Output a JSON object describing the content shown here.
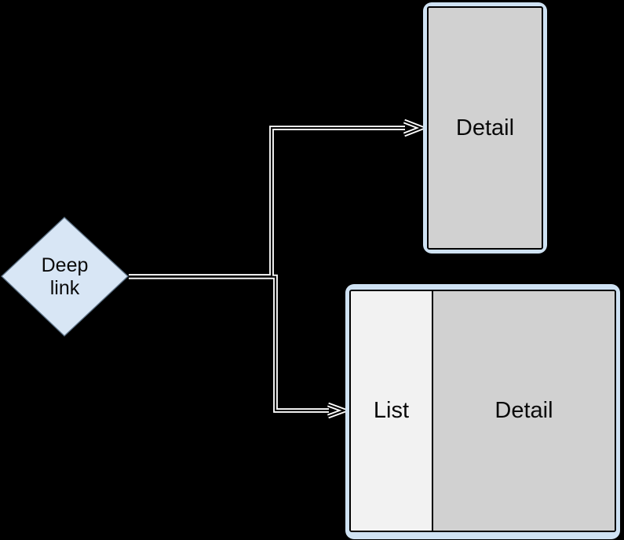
{
  "colors": {
    "background": "#000000",
    "frame-fill": "#cfe2f3",
    "screen-border": "#000000",
    "detail-fill": "#d1d1d1",
    "list-fill": "#f2f2f2",
    "diamond-fill": "#d8e6f5",
    "diamond-stroke": "#5f7488",
    "connector-halo": "#ffffff",
    "connector-core": "#000000",
    "label-text": "#0a0a0a"
  },
  "nodes": {
    "deep_link": {
      "label": "Deep link",
      "shape": "diamond"
    },
    "detail_screen": {
      "label": "Detail"
    },
    "list_detail_screen": {
      "list_label": "List",
      "detail_label": "Detail"
    }
  },
  "connectors": [
    {
      "from": "Deep link",
      "to": "Detail",
      "arrow": "open"
    },
    {
      "from": "Deep link",
      "to": "List Detail",
      "arrow": "open"
    }
  ]
}
